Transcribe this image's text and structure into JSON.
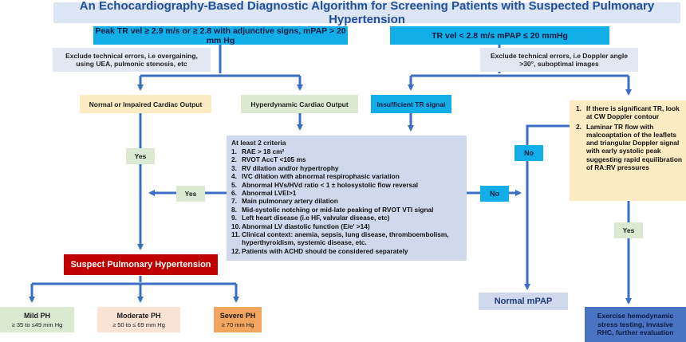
{
  "title": "An Echocardiography-Based Diagnostic Algorithm for Screening Patients with Suspected Pulmonary Hypertension",
  "top_left_box": "Peak TR vel ≥ 2.9 m/s or ≥ 2.8 with adjunctive signs, mPAP > 20 mm Hg",
  "top_right_box": "TR vel < 2.8 m/s mPAP ≤ 20 mmHg",
  "note_left": "Exclude technical errors, i.e overgaining, using UEA, pulmonic stenosis, etc",
  "note_right": "Exclude technical errors, i.e Doppler angle >30°, suboptimal images",
  "normal_output": "Normal or Impaired Cardiac Output",
  "hyper_output": "Hyperdynamic Cardiac Output",
  "insufficient_tr": "Insufficient TR signal",
  "criteria_heading": "At least 2 criteria",
  "criteria": [
    {
      "n": "1.",
      "text": "RAE > 18 cm²"
    },
    {
      "n": "2.",
      "text": "RVOT AccT <105 ms"
    },
    {
      "n": "3.",
      "text": "RV dilation and/or hypertrophy"
    },
    {
      "n": "4.",
      "text": "IVC dilation with abnormal respirophasic variation"
    },
    {
      "n": "5.",
      "text": "Abnormal HVs/HVd ratio < 1 ± holosystolic flow reversal"
    },
    {
      "n": "6.",
      "text": "Abnormal LVEI>1"
    },
    {
      "n": "7.",
      "text": "Main pulmonary artery dilation"
    },
    {
      "n": "8.",
      "text": "Mid-systolic notching or mid-late peaking of RVOT VTI signal"
    },
    {
      "n": "9.",
      "text": "Left heart disease (i.e HF, valvular disease, etc)"
    },
    {
      "n": "10.",
      "text": "Abnormal LV diastolic function (E/e' >14)"
    },
    {
      "n": "11.",
      "text": "Clinical context: anemia, sepsis, lung disease, thromboembolism, hyperthyroidism, systemic disease, etc."
    },
    {
      "n": "12.",
      "text": "Patients with ACHD should be considered separately"
    }
  ],
  "right_criteria": [
    {
      "n": "1.",
      "text": "If there is significant TR, look at CW Doppler contour"
    },
    {
      "n": "2.",
      "text": "Laminar TR flow with malcoaptation of the leaflets and triangular Doppler signal with early systolic peak suggesting rapid equilibration of RA:RV pressures"
    }
  ],
  "yes_label": "Yes",
  "no_label": "No",
  "suspect_ph": "Suspect Pulmonary Hypertension",
  "normal_mpap": "Normal mPAP",
  "exercise_box": "Exercise hemodynamic stress testing, invasive RHC, further evaluation",
  "severity": [
    {
      "title": "Mild PH",
      "range": "≥ 35 to ≤49 mm Hg"
    },
    {
      "title": "Moderate PH",
      "range": "≥ 50 to ≤ 69 mm Hg"
    },
    {
      "title": "Severe PH",
      "range": "≥ 70 mm Hg"
    }
  ],
  "colors": {
    "cyan": "#12aee8",
    "title_bg": "#dbe5f4",
    "title_text": "#1f4f99",
    "arrow": "#3a6fc4",
    "peach": "#fdebc3",
    "green": "#dbe9d3",
    "grey": "#e2e8f1",
    "lavender": "#cfd8ec",
    "red": "#c00000",
    "mild": "#dbe9d3",
    "moderate": "#fbe3d3",
    "severe": "#f2a55e"
  }
}
